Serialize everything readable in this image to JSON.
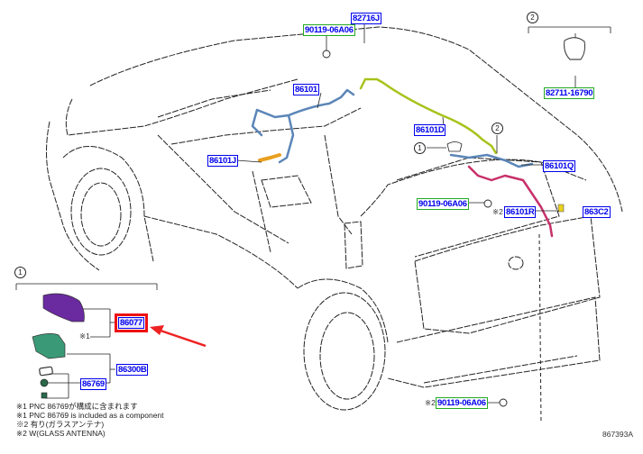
{
  "diagram": {
    "title_code": "867393A",
    "callouts": {
      "one": "1",
      "two": "2"
    },
    "labels": {
      "pnc_82716J": "82716J",
      "part_90119_top": "90119-06A06",
      "part_82711": "82711-16790",
      "pnc_86101": "86101",
      "pnc_86101D": "86101D",
      "pnc_86101J": "86101J",
      "pnc_86101Q": "86101Q",
      "part_90119_mid": "90119-06A06",
      "pnc_86101R": "86101R",
      "pnc_863C2": "863C2",
      "pnc_86077": "86077",
      "pnc_86300B": "86300B",
      "pnc_86769": "86769",
      "part_90119_bottom": "90119-06A06"
    },
    "marks": {
      "note1_mark": "※1",
      "note2_mark_r": "※2",
      "note2_mark_bottom": "※2"
    },
    "notes": [
      "※1 PNC 86769が構成に含まれます",
      "※1 PNC 86769 is included as a component",
      "※2 有り(ガラスアンテナ)",
      "※2 W(GLASS ANTENNA)"
    ],
    "highlighted_part": "86077",
    "colors": {
      "label_text": "#0000ee",
      "pnc_border": "#0000ee",
      "part_border": "#22aa22",
      "highlight": "#ee1111",
      "harness_green": "#a8c21a",
      "harness_blue": "#5b86b8",
      "harness_pink": "#c8306a",
      "harness_orange": "#e8a020",
      "antenna_purple": "#6a2aa0",
      "antenna_base_green": "#3a9a78"
    }
  }
}
